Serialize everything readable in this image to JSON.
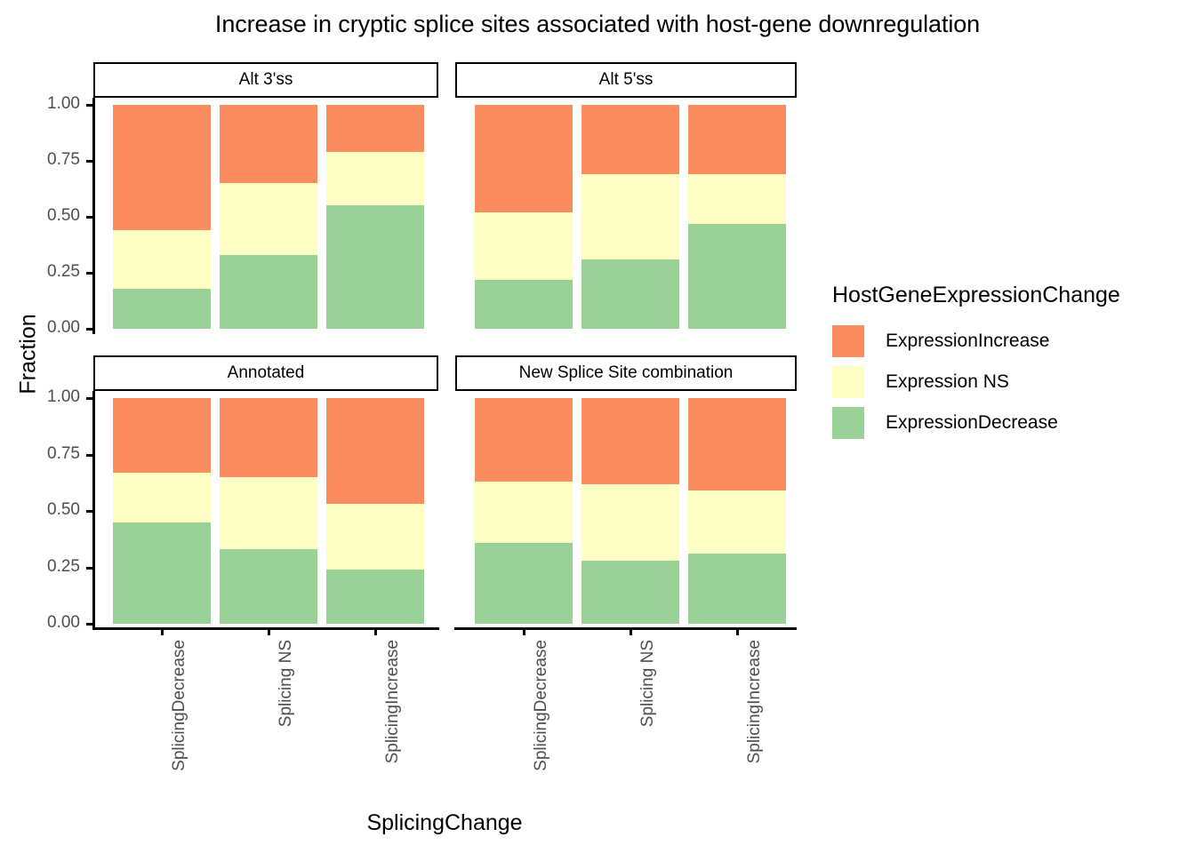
{
  "chart_data": {
    "type": "bar",
    "subtype": "stacked-proportional-faceted",
    "title": "Increase in cryptic splice sites associated with host-gene downregulation",
    "xlabel": "SplicingChange",
    "ylabel": "Fraction",
    "ylim": [
      0,
      1
    ],
    "yticks": [
      "0.00",
      "0.25",
      "0.50",
      "0.75",
      "1.00"
    ],
    "ytick_values": [
      0,
      0.25,
      0.5,
      0.75,
      1
    ],
    "grid": false,
    "legend_position": "right",
    "legend_title": "HostGeneExpressionChange",
    "categories": [
      "SplicingDecrease",
      "Splicing NS",
      "SplicingIncrease"
    ],
    "series": [
      {
        "name": "ExpressionIncrease",
        "color": "#FB8C5E"
      },
      {
        "name": "Expression NS",
        "color": "#FDFDC4"
      },
      {
        "name": "ExpressionDecrease",
        "color": "#98D296"
      }
    ],
    "facets": [
      {
        "label": "Alt 3'ss",
        "values": {
          "ExpressionDecrease": [
            0.18,
            0.33,
            0.55
          ],
          "Expression NS": [
            0.26,
            0.32,
            0.24
          ],
          "ExpressionIncrease": [
            0.56,
            0.35,
            0.21
          ]
        },
        "cumulative_tops": {
          "ExpressionDecrease": [
            0.18,
            0.33,
            0.55
          ],
          "Expression NS": [
            0.44,
            0.65,
            0.79
          ],
          "ExpressionIncrease": [
            1.0,
            1.0,
            1.0
          ]
        }
      },
      {
        "label": "Alt 5'ss",
        "values": {
          "ExpressionDecrease": [
            0.22,
            0.31,
            0.47
          ],
          "Expression NS": [
            0.3,
            0.38,
            0.22
          ],
          "ExpressionIncrease": [
            0.48,
            0.31,
            0.31
          ]
        },
        "cumulative_tops": {
          "ExpressionDecrease": [
            0.22,
            0.31,
            0.47
          ],
          "Expression NS": [
            0.52,
            0.69,
            0.69
          ],
          "ExpressionIncrease": [
            1.0,
            1.0,
            1.0
          ]
        }
      },
      {
        "label": "Annotated",
        "values": {
          "ExpressionDecrease": [
            0.45,
            0.33,
            0.24
          ],
          "Expression NS": [
            0.22,
            0.32,
            0.29
          ],
          "ExpressionIncrease": [
            0.33,
            0.35,
            0.47
          ]
        },
        "cumulative_tops": {
          "ExpressionDecrease": [
            0.45,
            0.33,
            0.24
          ],
          "Expression NS": [
            0.67,
            0.65,
            0.53
          ],
          "ExpressionIncrease": [
            1.0,
            1.0,
            1.0
          ]
        }
      },
      {
        "label": "New Splice Site combination",
        "values": {
          "ExpressionDecrease": [
            0.36,
            0.28,
            0.31
          ],
          "Expression NS": [
            0.27,
            0.34,
            0.28
          ],
          "ExpressionIncrease": [
            0.37,
            0.38,
            0.41
          ]
        },
        "cumulative_tops": {
          "ExpressionDecrease": [
            0.36,
            0.28,
            0.31
          ],
          "Expression NS": [
            0.63,
            0.62,
            0.59
          ],
          "ExpressionIncrease": [
            1.0,
            1.0,
            1.0
          ]
        }
      }
    ]
  },
  "title": "Increase in cryptic splice sites associated with host-gene downregulation",
  "axes": {
    "x_title": "SplicingChange",
    "y_title": "Fraction",
    "y_ticks": [
      "1.00",
      "0.75",
      "0.50",
      "0.25",
      "0.00"
    ],
    "x_ticks": [
      "SplicingDecrease",
      "Splicing NS",
      "SplicingIncrease"
    ]
  },
  "strips": {
    "top_left": "Alt 3'ss",
    "top_right": "Alt 5'ss",
    "bottom_left": "Annotated",
    "bottom_right": "New Splice Site combination"
  },
  "legend": {
    "title": "HostGeneExpressionChange",
    "items": [
      {
        "label": "ExpressionIncrease",
        "color": "#FB8C5E"
      },
      {
        "label": "Expression NS",
        "color": "#FDFDC4"
      },
      {
        "label": "ExpressionDecrease",
        "color": "#98D296"
      }
    ]
  }
}
